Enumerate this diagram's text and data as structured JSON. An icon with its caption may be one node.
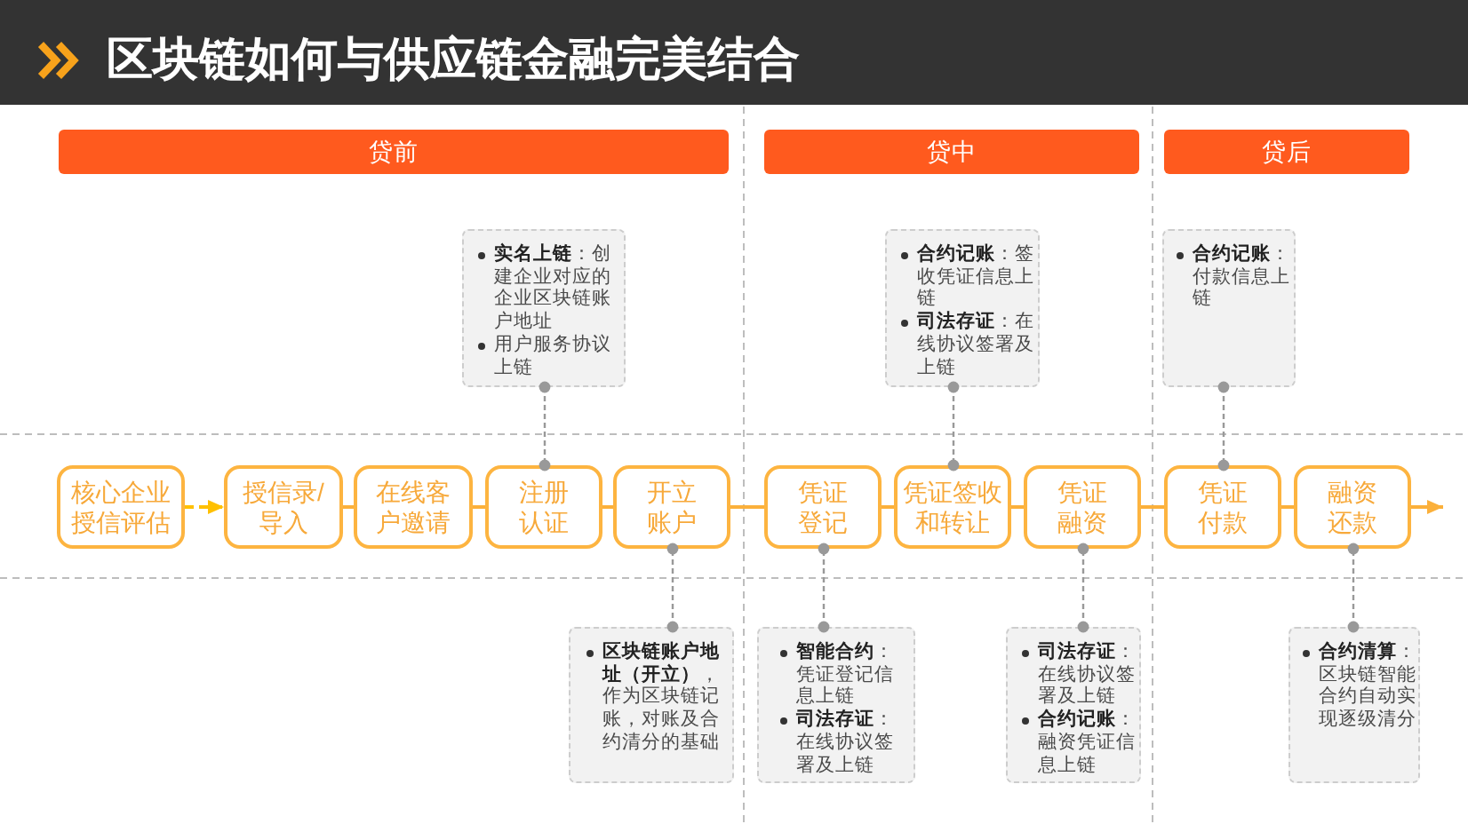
{
  "diagram": {
    "title": "区块链如何与供应链金融完美结合",
    "nodes": [
      {
        "text": [
          "贷前"
        ]
      },
      {
        "text": [
          "贷中"
        ]
      },
      {
        "text": [
          "贷后"
        ]
      },
      {
        "text": [
          "核心企业授信评估"
        ]
      },
      {
        "text": [
          "授信录/导入"
        ]
      },
      {
        "text": [
          "在线客户邀请"
        ]
      },
      {
        "text": [
          "注册认证"
        ]
      },
      {
        "text": [
          "开立账户"
        ]
      },
      {
        "text": [
          "凭证登记"
        ]
      },
      {
        "text": [
          "凭证签收和转让"
        ]
      },
      {
        "text": [
          "凭证融资"
        ]
      },
      {
        "text": [
          "凭证付款"
        ]
      },
      {
        "text": [
          "融资还款"
        ]
      },
      {
        "text": [
          "**实名上链**：创建企业对应的企业区块链账户地址",
          "用户服务协议上链"
        ]
      },
      {
        "text": [
          "**合约记账**：签收凭证信息上链",
          "**司法存证**：在线协议签署及上链"
        ]
      },
      {
        "text": [
          "**合约记账**：付款信息上链"
        ]
      },
      {
        "text": [
          "**区块链账户地址（开立）**，作为区块链记账，对账及合约清分的基础"
        ]
      },
      {
        "text": [
          "**智能合约**：凭证登记信息上链",
          "**司法存证**：在线协议签署及上链"
        ]
      },
      {
        "text": [
          "**司法存证**：在线协议签署及上链",
          "**合约记账**：融资凭证信息上链"
        ]
      },
      {
        "text": [
          "**合约清算**：区块链智能合约自动实现逐级清分"
        ]
      }
    ],
    "edges": [
      {
        "from": 3,
        "to": 4,
        "arrow": "to",
        "style": "dashed",
        "color": "#ffc000"
      },
      {
        "from": 4,
        "to": 5,
        "arrow": "none"
      },
      {
        "from": 5,
        "to": 6,
        "arrow": "none"
      },
      {
        "from": 6,
        "to": 7,
        "arrow": "none"
      },
      {
        "from": 7,
        "to": 8,
        "arrow": "none"
      },
      {
        "from": 8,
        "to": 9,
        "arrow": "none"
      },
      {
        "from": 9,
        "to": 10,
        "arrow": "none"
      },
      {
        "from": 10,
        "to": 11,
        "arrow": "none"
      },
      {
        "from": 11,
        "to": 12,
        "arrow": "none"
      },
      {
        "from": 12,
        "to": null,
        "arrow": "to"
      },
      {
        "from": 13,
        "to": 6,
        "arrow": "other",
        "style": "dashed",
        "color": "#999999"
      },
      {
        "from": 14,
        "to": 9,
        "arrow": "other",
        "style": "dashed",
        "color": "#999999"
      },
      {
        "from": 15,
        "to": 11,
        "arrow": "other",
        "style": "dashed",
        "color": "#999999"
      },
      {
        "from": 16,
        "to": 7,
        "arrow": "other",
        "style": "dashed",
        "color": "#999999"
      },
      {
        "from": 17,
        "to": 8,
        "arrow": "other",
        "style": "dashed",
        "color": "#999999"
      },
      {
        "from": 18,
        "to": 10,
        "arrow": "other",
        "style": "dashed",
        "color": "#999999"
      },
      {
        "from": 19,
        "to": 12,
        "arrow": "other",
        "style": "dashed",
        "color": "#999999"
      }
    ]
  }
}
